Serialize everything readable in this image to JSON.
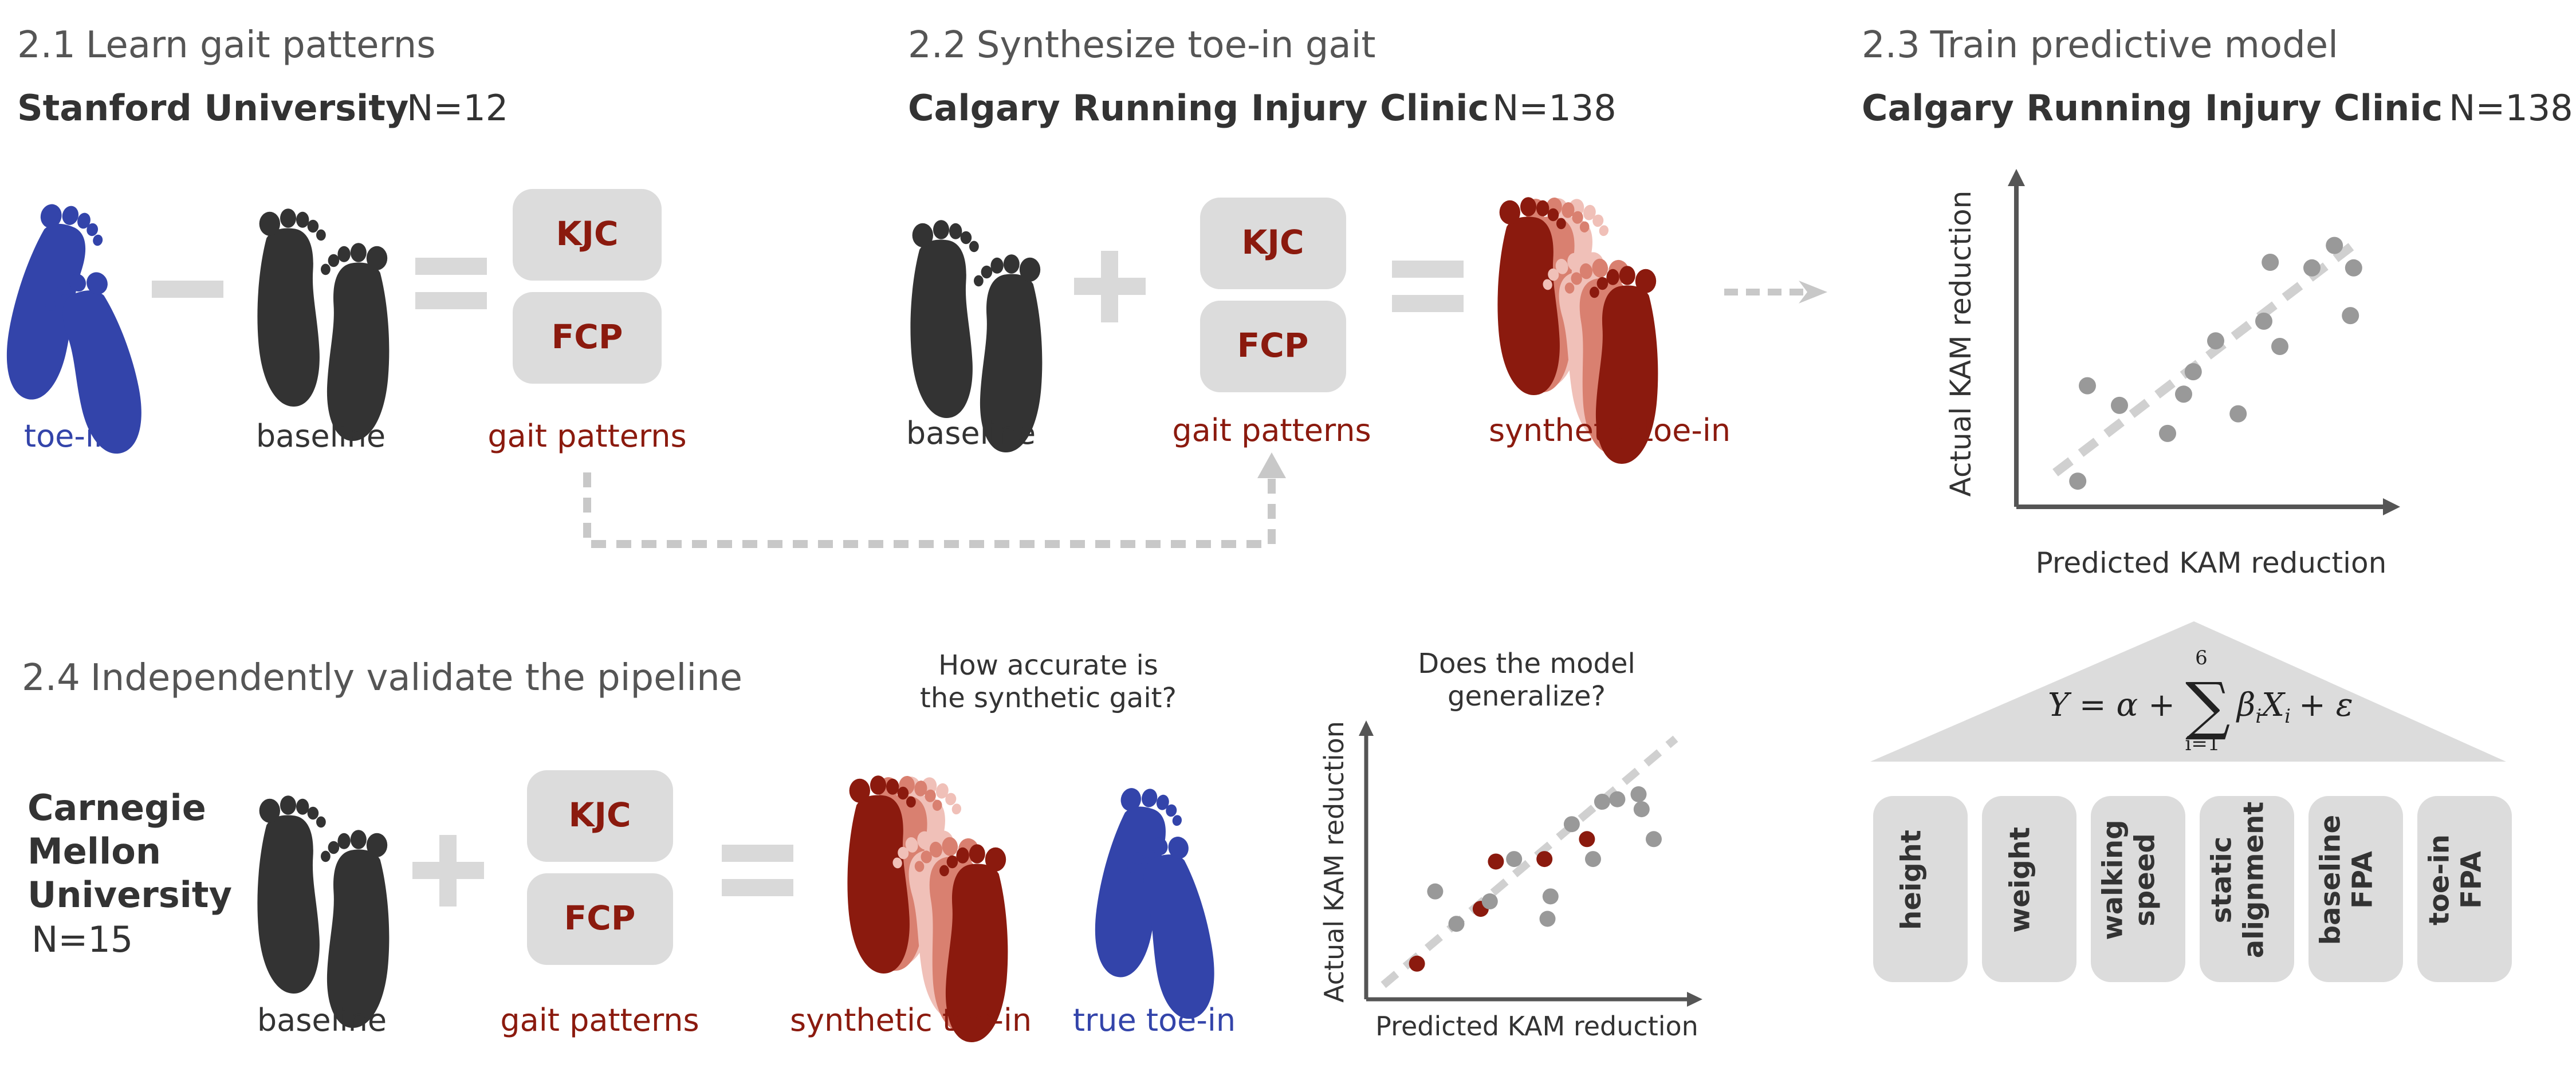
{
  "panels": {
    "learn": {
      "number": "2.1",
      "title": "Learn gait patterns",
      "institution": "Stanford University",
      "n": "N=12",
      "labels": {
        "toe_in": "toe-in",
        "baseline": "baseline",
        "gait_patterns": "gait patterns"
      }
    },
    "synthesize": {
      "number": "2.2",
      "title": "Synthesize toe-in gait",
      "institution": "Calgary Running Injury Clinic",
      "n": "N=138",
      "labels": {
        "baseline": "baseline",
        "gait_patterns": "gait patterns",
        "synthetic": "synthetic toe-in"
      }
    },
    "train": {
      "number": "2.3",
      "title": "Train predictive model",
      "institution": "Calgary Running Injury Clinic",
      "n": "N=138",
      "xlabel": "Predicted KAM reduction",
      "ylabel": "Actual KAM reduction"
    },
    "validate": {
      "number": "2.4",
      "title": "Independently validate the pipeline",
      "institution_lines": [
        "Carnegie",
        "Mellon",
        "University"
      ],
      "n": "N=15",
      "labels": {
        "baseline": "baseline",
        "gait_patterns": "gait patterns",
        "synthetic": "synthetic toe-in",
        "true_toe_in": "true toe-in"
      },
      "question1": [
        "How accurate is",
        "the synthetic gait?"
      ],
      "question2": [
        "Does the model",
        "generalize?"
      ],
      "xlabel": "Predicted KAM reduction",
      "ylabel": "Actual KAM reduction"
    }
  },
  "boxes": {
    "kjc": "KJC",
    "fcp": "FCP"
  },
  "model": {
    "equation": {
      "lhs": "Y = α +",
      "sum_top": "6",
      "sum_bottom": "i=1",
      "sum_symbol": "∑",
      "term": "β",
      "sub_i": "i",
      "x": "X",
      "sub_i2": "i",
      "rest": "+ ε"
    },
    "features": [
      [
        "height"
      ],
      [
        "weight"
      ],
      [
        "walking",
        "speed"
      ],
      [
        "static",
        "alignment"
      ],
      [
        "baseline",
        "FPA"
      ],
      [
        "toe-in",
        "FPA"
      ]
    ]
  },
  "colors": {
    "blue": "#3344aa",
    "red": "#8b1a0e",
    "dark": "#333333",
    "gray": "#d9d9d9",
    "point": "#999999"
  },
  "chart_data": [
    {
      "type": "scatter",
      "name": "train",
      "x": [
        0.12,
        0.15,
        0.25,
        0.4,
        0.45,
        0.48,
        0.55,
        0.62,
        0.7,
        0.72,
        0.75,
        0.85,
        0.92,
        0.97,
        0.98
      ],
      "y": [
        0.02,
        0.36,
        0.29,
        0.19,
        0.33,
        0.41,
        0.52,
        0.26,
        0.59,
        0.8,
        0.5,
        0.78,
        0.86,
        0.61,
        0.78
      ],
      "trend": [
        [
          0.05,
          0.05
        ],
        [
          1.0,
          0.88
        ]
      ]
    },
    {
      "type": "scatter",
      "name": "validate",
      "x": [
        0.12,
        0.18,
        0.25,
        0.33,
        0.36,
        0.38,
        0.44,
        0.54,
        0.55,
        0.56,
        0.63,
        0.68,
        0.7,
        0.73,
        0.78,
        0.85,
        0.86,
        0.9
      ],
      "y": [
        0.12,
        0.41,
        0.28,
        0.34,
        0.37,
        0.53,
        0.54,
        0.54,
        0.3,
        0.39,
        0.68,
        0.62,
        0.54,
        0.77,
        0.78,
        0.8,
        0.74,
        0.62
      ],
      "highlight": [
        0,
        3,
        5,
        7,
        11
      ]
    }
  ]
}
